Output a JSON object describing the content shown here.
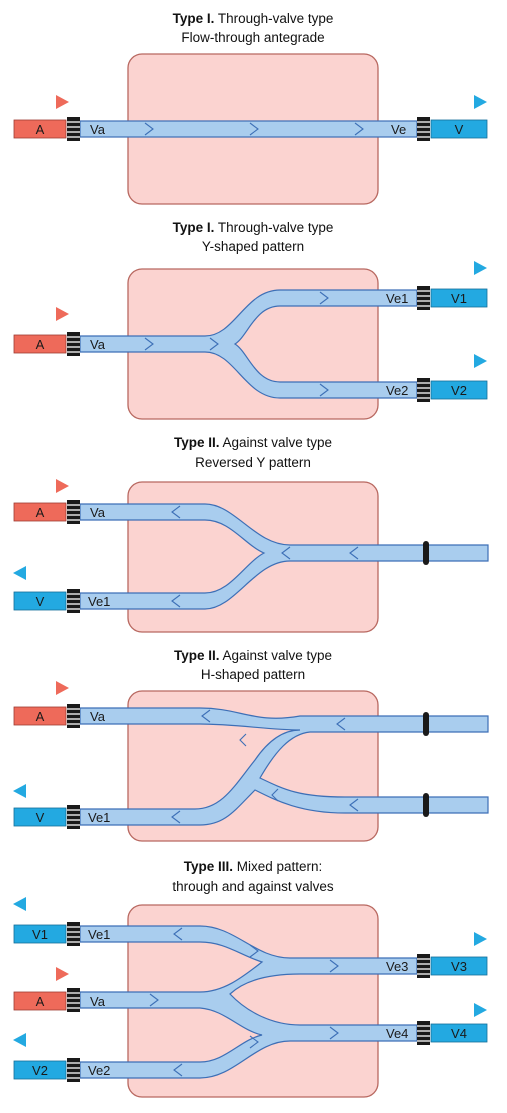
{
  "colors": {
    "artery": "#ee6a5a",
    "vein": "#23a9e1",
    "vessel_fill": "#a9cdee",
    "vessel_stroke": "#3d6fb6",
    "tissue_fill": "#fbd3d0",
    "tissue_stroke": "#b86860",
    "connector": "#1a1a1a"
  },
  "panels": [
    {
      "id": "p1",
      "title_bold": "Type I.",
      "title_rest": " Through-valve type",
      "subtitle": "Flow-through antegrade",
      "in_boxes": [
        {
          "text": "A",
          "kind": "artery",
          "arrow": "right"
        }
      ],
      "out_boxes": [
        {
          "text": "V",
          "kind": "vein",
          "arrow": "right"
        }
      ],
      "vessel_labels": [
        "Va",
        "Ve"
      ]
    },
    {
      "id": "p2",
      "title_bold": "Type I.",
      "title_rest": " Through-valve type",
      "subtitle": "Y-shaped pattern",
      "in_boxes": [
        {
          "text": "A",
          "kind": "artery",
          "arrow": "right"
        }
      ],
      "out_boxes": [
        {
          "text": "V1",
          "kind": "vein",
          "arrow": "right"
        },
        {
          "text": "V2",
          "kind": "vein",
          "arrow": "right"
        }
      ],
      "vessel_labels": [
        "Va",
        "Ve1",
        "Ve2"
      ]
    },
    {
      "id": "p3",
      "title_bold": "Type II.",
      "title_rest": " Against valve type",
      "subtitle": "Reversed Y pattern",
      "in_boxes": [
        {
          "text": "A",
          "kind": "artery",
          "arrow": "right"
        },
        {
          "text": "V",
          "kind": "vein",
          "arrow": "left"
        }
      ],
      "out_boxes": [],
      "vessel_labels": [
        "Va",
        "Ve1"
      ]
    },
    {
      "id": "p4",
      "title_bold": "Type II.",
      "title_rest": " Against valve type",
      "subtitle": "H-shaped pattern",
      "in_boxes": [
        {
          "text": "A",
          "kind": "artery",
          "arrow": "right"
        },
        {
          "text": "V",
          "kind": "vein",
          "arrow": "left"
        }
      ],
      "out_boxes": [],
      "vessel_labels": [
        "Va",
        "Ve1"
      ]
    },
    {
      "id": "p5",
      "title_bold": "Type III.",
      "title_rest": " Mixed pattern:",
      "subtitle": "through and against valves",
      "in_boxes": [
        {
          "text": "V1",
          "kind": "vein",
          "arrow": "left"
        },
        {
          "text": "A",
          "kind": "artery",
          "arrow": "right"
        },
        {
          "text": "V2",
          "kind": "vein",
          "arrow": "left"
        }
      ],
      "out_boxes": [
        {
          "text": "V3",
          "kind": "vein",
          "arrow": "right"
        },
        {
          "text": "V4",
          "kind": "vein",
          "arrow": "right"
        }
      ],
      "vessel_labels": [
        "Ve1",
        "Va",
        "Ve2",
        "Ve3",
        "Ve4"
      ]
    }
  ]
}
